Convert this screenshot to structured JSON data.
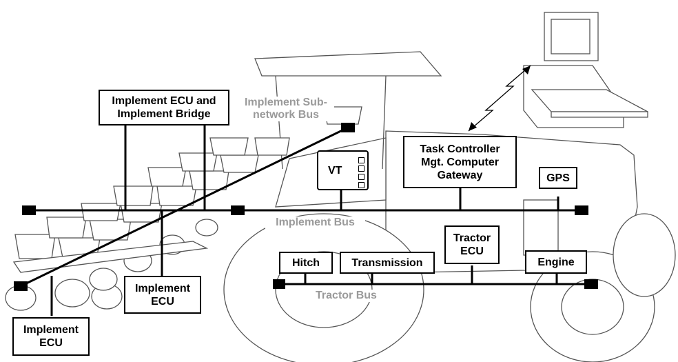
{
  "labels": {
    "implement_ecu_bridge": [
      "Implement ECU and",
      "Implement Bridge"
    ],
    "implement_subnetwork_bus": [
      "Implement Sub-",
      "network Bus"
    ],
    "task_controller": [
      "Task Controller",
      "Mgt. Computer",
      "Gateway"
    ],
    "vt": "VT",
    "gps": "GPS",
    "implement_bus": "Implement Bus",
    "tractor_ecu": [
      "Tractor",
      "ECU"
    ],
    "hitch": "Hitch",
    "transmission": "Transmission",
    "engine": "Engine",
    "tractor_bus": "Tractor Bus",
    "implement_ecu_mid": [
      "Implement",
      "ECU"
    ],
    "implement_ecu_left": [
      "Implement",
      "ECU"
    ]
  },
  "colors": {
    "line": "#000000",
    "bus_text": "#9a9a9a",
    "drawing": "#555555"
  }
}
